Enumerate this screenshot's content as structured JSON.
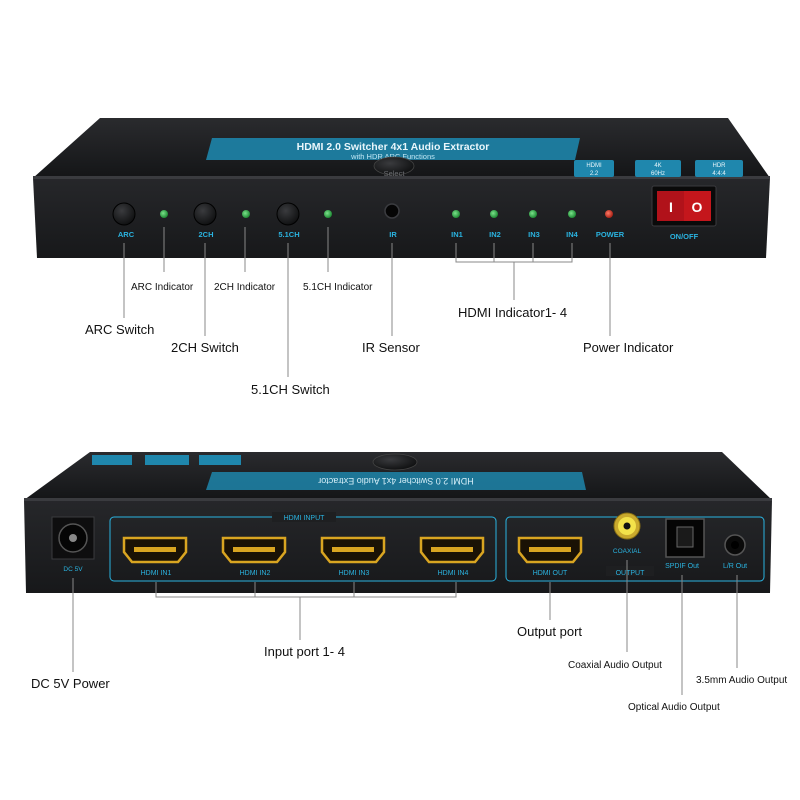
{
  "front": {
    "title_line1": "HDMI 2.0 Switcher 4x1 Audio Extractor",
    "title_line2": "with HDR ARC Functions",
    "select_label": "Select",
    "badges": [
      {
        "top": "HDMI",
        "bottom": "2.2"
      },
      {
        "top": "4K",
        "bottom": "60Hz"
      },
      {
        "top": "HDR",
        "bottom": "4:4:4"
      }
    ],
    "buttons": {
      "arc": "ARC",
      "ch2": "2CH",
      "ch51": "5.1CH"
    },
    "ir_label": "IR",
    "inputs": [
      "IN1",
      "IN2",
      "IN3",
      "IN4"
    ],
    "power_label": "POWER",
    "switch_left": "I",
    "switch_right": "O",
    "onoff_label": "ON/OFF"
  },
  "front_callouts": {
    "arc_indicator": "ARC Indicator",
    "ch2_indicator": "2CH Indicator",
    "ch51_indicator": "5.1CH Indicator",
    "arc_switch": "ARC Switch",
    "ch2_switch": "2CH Switch",
    "ch51_switch": "5.1CH Switch",
    "ir_sensor": "IR Sensor",
    "hdmi_indicator": "HDMI Indicator1- 4",
    "power_indicator": "Power Indicator"
  },
  "back": {
    "dc_label": "DC 5V",
    "hdmi_input_label": "HDMI INPUT",
    "hdmi_inputs": [
      "HDMI IN1",
      "HDMI IN2",
      "HDMI IN3",
      "HDMI IN4"
    ],
    "hdmi_out_label": "HDMI OUT",
    "output_label": "OUTPUT",
    "coaxial_label": "COAXIAL",
    "spdif_label": "SPDIF Out",
    "lr_label": "L/R Out"
  },
  "back_callouts": {
    "dc_power": "DC 5V Power",
    "input_port": "Input port 1- 4",
    "output_port": "Output port",
    "coaxial_output": "Coaxial Audio Output",
    "optical_output": "Optical Audio Output",
    "mm35_output": "3.5mm Audio Output"
  },
  "colors": {
    "body": "#1c1d1f",
    "accent": "#2ab3e0",
    "led_green": "#2fb34a",
    "led_red": "#d43a2a",
    "switch_red": "#c4161c",
    "gold": "#d9a521"
  }
}
